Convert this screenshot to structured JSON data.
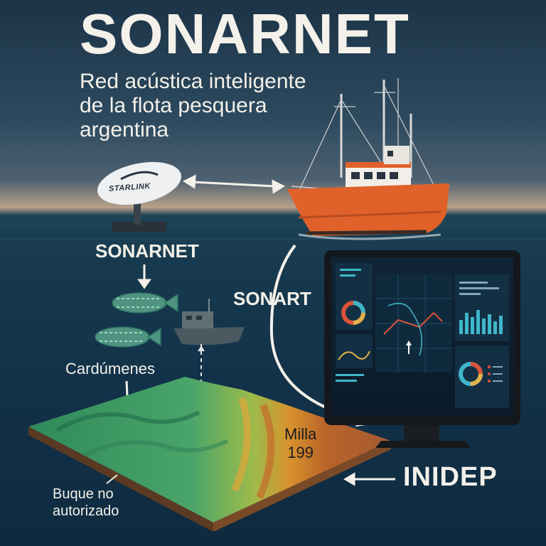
{
  "header": {
    "title": "SONARNET",
    "subtitle_lines": [
      "Red acústica inteligente",
      "de la flota pesquera",
      "argentina"
    ]
  },
  "antenna": {
    "brand": "STARLINK"
  },
  "labels": {
    "sonarnet": "SONARNET",
    "sonart": "SONART",
    "cardumenes": "Cardúmenes",
    "milla_line1": "Milla",
    "milla_line2": "199",
    "inidep": "INIDEP",
    "buque_line1": "Buque no",
    "buque_line2": "autorizado"
  },
  "colors": {
    "sea_dark": "#0e2a3f",
    "boat_hull": "#e0612a",
    "text_light": "#f4f1ea",
    "fish": "#5aa58a",
    "monitor_accent": "#3fb7c9"
  }
}
